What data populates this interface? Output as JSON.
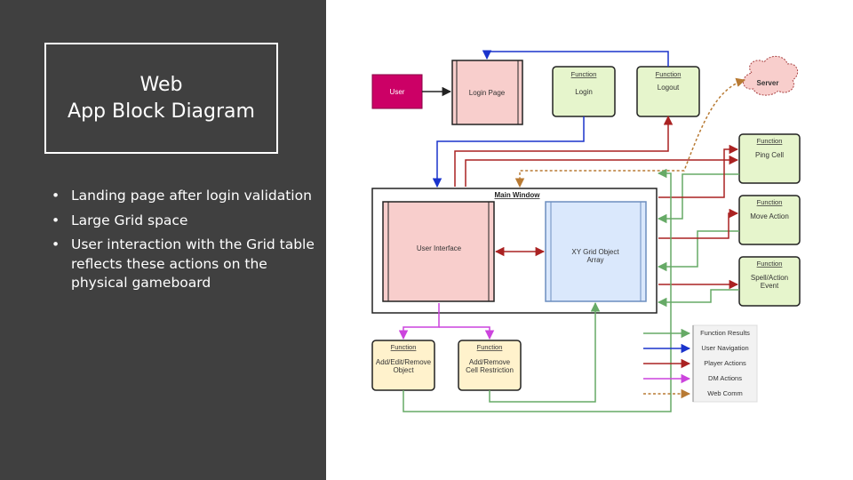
{
  "slide": {
    "title_line1": "Web",
    "title_line2": "App Block Diagram",
    "bullets": [
      "Landing page after login validation",
      "Large Grid space",
      "User interaction with the Grid table reflects these actions on the physical gameboard"
    ]
  },
  "diagram": {
    "nodes": {
      "user": {
        "label": "User",
        "fill": "#cc0066"
      },
      "login_page": {
        "label": "Login Page",
        "fill": "#f8cecc"
      },
      "login": {
        "header": "Function",
        "label": "Login",
        "fill": "#e6f5cc"
      },
      "logout": {
        "header": "Function",
        "label": "Logout",
        "fill": "#e6f5cc"
      },
      "server": {
        "label": "Server",
        "fill": "#f8cecc"
      },
      "ping_cell": {
        "header": "Function",
        "label": "Ping Cell",
        "fill": "#e6f5cc"
      },
      "move_action": {
        "header": "Function",
        "label": "Move Action",
        "fill": "#e6f5cc"
      },
      "spell_action": {
        "header": "Function",
        "label_line1": "Spell/Action",
        "label_line2": "Event",
        "fill": "#e6f5cc"
      },
      "main_window": {
        "label": "Main Window"
      },
      "user_interface": {
        "label": "User Interface",
        "fill": "#f8cecc"
      },
      "xy_grid": {
        "label_line1": "XY Grid Object",
        "label_line2": "Array",
        "fill": "#dae8fc"
      },
      "add_edit_remove": {
        "header": "Function",
        "label_line1": "Add/Edit/Remove",
        "label_line2": "Object",
        "fill": "#fff2cc"
      },
      "add_remove_cell": {
        "header": "Function",
        "label_line1": "Add/Remove",
        "label_line2": "Cell Restriction",
        "fill": "#fff2cc"
      }
    },
    "legend": [
      {
        "label": "Function Results",
        "color": "#66aa66"
      },
      {
        "label": "User Navigation",
        "color": "#1a33cc"
      },
      {
        "label": "Player Actions",
        "color": "#aa2222"
      },
      {
        "label": "DM Actions",
        "color": "#cc44dd"
      },
      {
        "label": "Web Comm",
        "color": "#b87a33"
      }
    ]
  }
}
